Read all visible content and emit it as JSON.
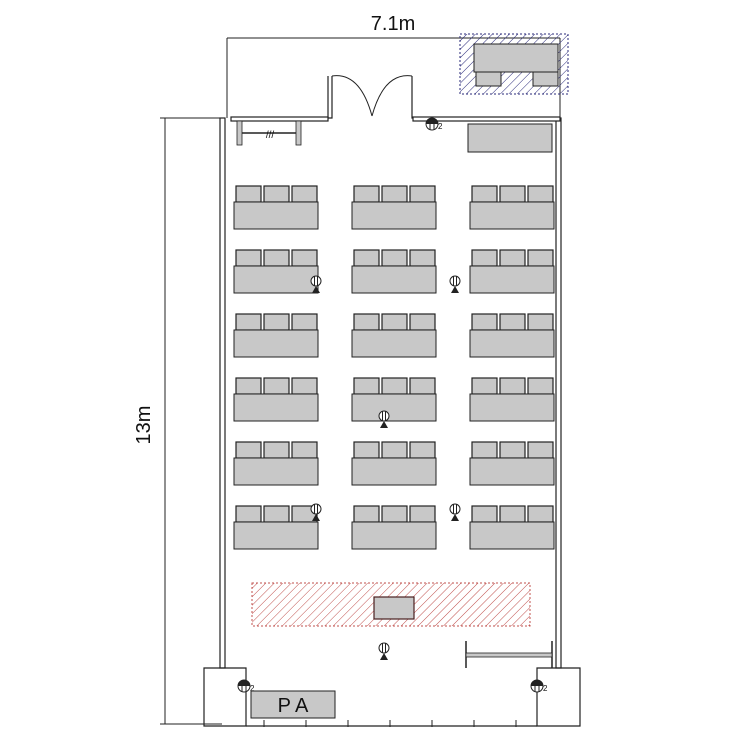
{
  "dimensions": {
    "width_label": "7.1m",
    "height_label": "13m"
  },
  "pa_label": "P A",
  "outlet_suffix": "2",
  "seating": {
    "rows": 6,
    "columns": 3,
    "chairs_per_desk": 3
  },
  "colors": {
    "furniture": "#c8c8c8",
    "line": "#222222",
    "stage_hatch": "#c0504d",
    "storage_hatch": "#2a2a7a"
  }
}
